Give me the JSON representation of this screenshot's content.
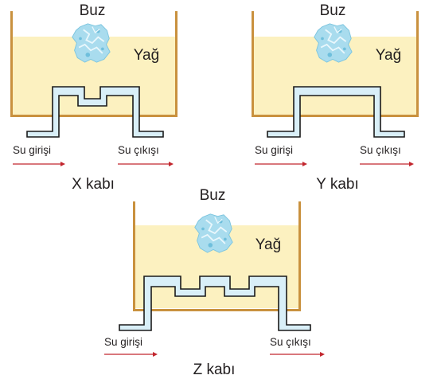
{
  "colors": {
    "oil": "#fcf1c0",
    "oil_top": "#fdf6d8",
    "wall": "#c9913e",
    "pipe_fill": "#d9eff8",
    "pipe_stroke": "#1a1a1a",
    "ice": "#a9dcee",
    "ice_dark": "#6fbfdc",
    "arrow": "#c2262e"
  },
  "ice_label": "Buz",
  "oil_label": "Yağ",
  "inlet_label": "Su girişi",
  "outlet_label": "Su çıkışı",
  "containers": [
    {
      "id": "x",
      "name": "X kabı",
      "pipe": "two-step",
      "ice_label": "Buz",
      "oil_label": "Yağ",
      "inlet_label": "Su girişi",
      "outlet_label": "Su çıkışı"
    },
    {
      "id": "y",
      "name": "Y kabı",
      "pipe": "straight",
      "ice_label": "Buz",
      "oil_label": "Yağ",
      "inlet_label": "Su girişi",
      "outlet_label": "Su çıkışı"
    },
    {
      "id": "z",
      "name": "Z kabı",
      "pipe": "zigzag",
      "ice_label": "Buz",
      "oil_label": "Yağ",
      "inlet_label": "Su girişi",
      "outlet_label": "Su çıkışı"
    }
  ]
}
